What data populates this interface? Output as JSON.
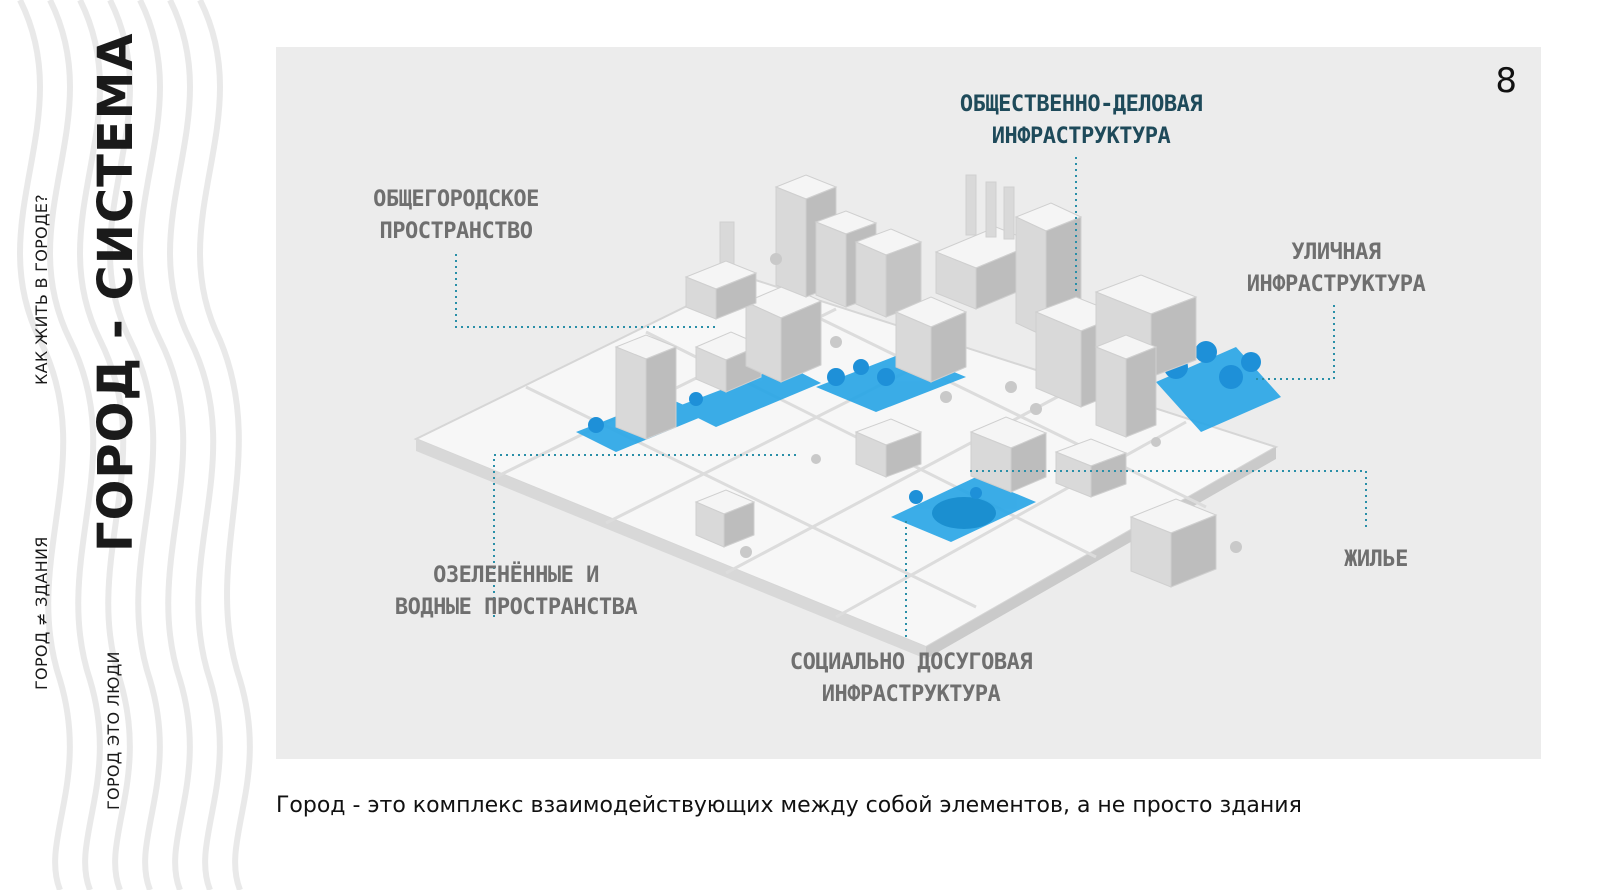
{
  "sidebar": {
    "question": "КАК ЖИТЬ В ГОРОДЕ?",
    "title": "ГОРОД - СИСТЕМА",
    "note_buildings": "ГОРОД ≠ ЗДАНИЯ",
    "note_people": "ГОРОД ЭТО ЛЮДИ"
  },
  "slide": {
    "page_number": "8",
    "caption": "Город - это комплекс взаимодействующих между собой элементов, а не просто здания"
  },
  "diagram": {
    "labels": {
      "business": "ОБЩЕСТВЕННО-ДЕЛОВАЯ\nИНФРАСТРУКТУРА",
      "citywide": "ОБЩЕГОРОДСКОЕ\nПРОСТРАНСТВО",
      "street": "УЛИЧНАЯ\nИНФРАСТРУКТУРА",
      "green": "ОЗЕЛЕНЁННЫЕ И\nВОДНЫЕ ПРОСТРАНСТВА",
      "housing": "ЖИЛЬЕ",
      "social": "СОЦИАЛЬНО ДОСУГОВАЯ\nИНФРАСТРУКТУРА"
    }
  },
  "colors": {
    "accent": "#1e4a5a",
    "water_blue": "#2aa6e6",
    "panel": "#ececec",
    "label_grey": "#6f6f6f",
    "leader_line": "#2a8fa8"
  }
}
